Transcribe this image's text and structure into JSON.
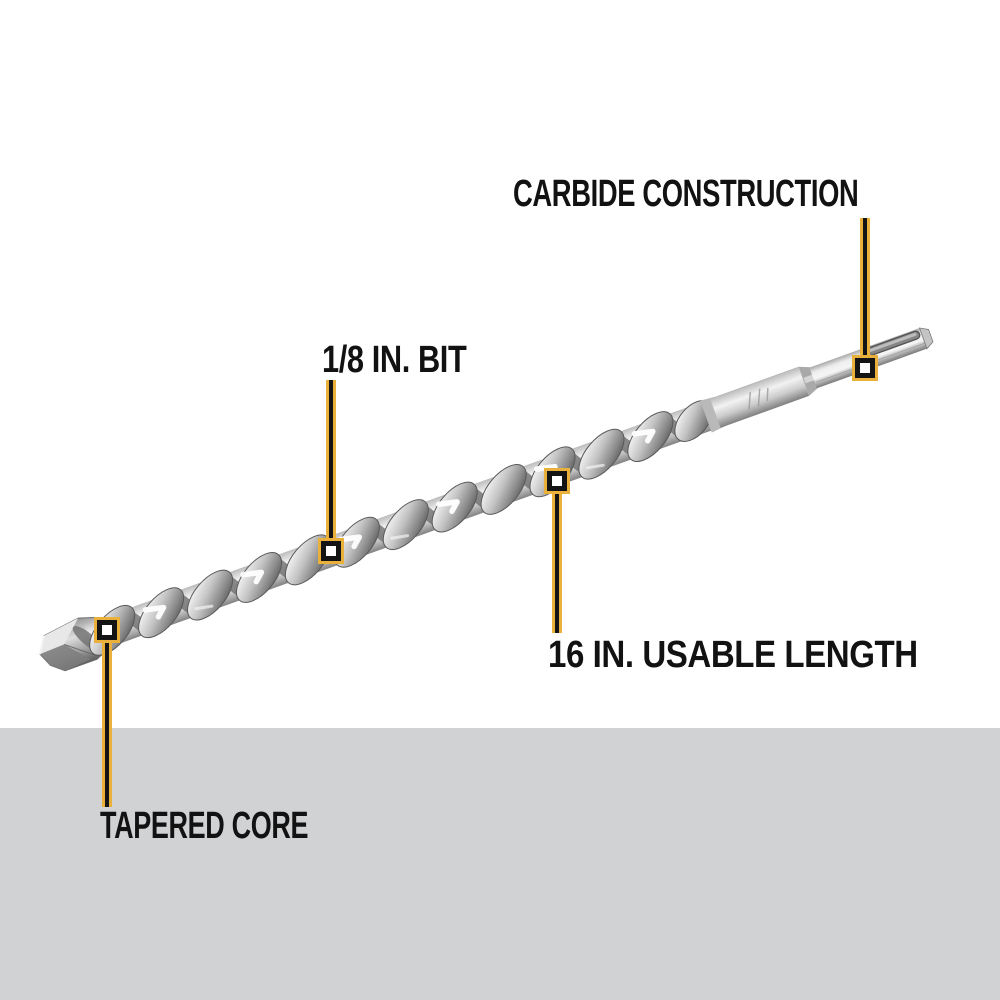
{
  "scene": {
    "background_color": "#ffffff",
    "floor_band_color": "#d0d2d4",
    "accent_color": "#e9b13c",
    "line_core_color": "#141414",
    "label_text_color": "#121212",
    "illustration": "sds-plus-rotary-hammer-drill-bit"
  },
  "callouts": [
    {
      "id": "carbide-construction",
      "label": "CARBIDE CONSTRUCTION"
    },
    {
      "id": "bit-diameter",
      "label": "1/8 IN. BIT"
    },
    {
      "id": "usable-length",
      "label": "16 IN. USABLE LENGTH"
    },
    {
      "id": "tapered-core",
      "label": "TAPERED CORE"
    }
  ]
}
